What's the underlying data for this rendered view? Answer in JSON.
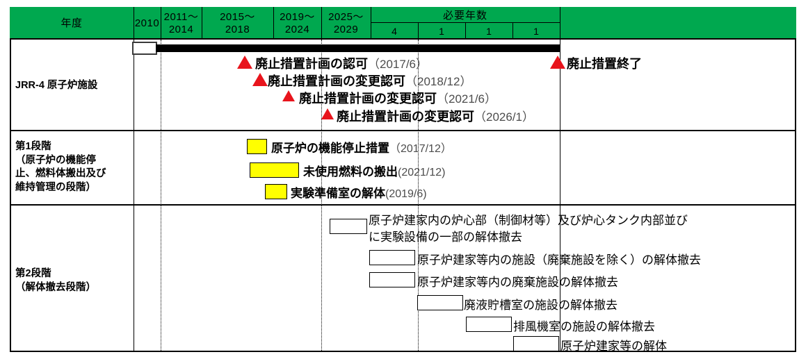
{
  "chart_data": {
    "type": "table",
    "title": "JRR-4 廃止措置工程表",
    "columns": [
      {
        "label": "年度",
        "kind": "row-header"
      },
      {
        "label": "2010",
        "kind": "period"
      },
      {
        "label": "2011〜\n2014",
        "kind": "period"
      },
      {
        "label": "2015〜\n2018",
        "kind": "period"
      },
      {
        "label": "2019〜\n2024",
        "kind": "period"
      },
      {
        "label": "2025〜\n2029",
        "kind": "period"
      }
    ],
    "group_header": "必要年数",
    "required_years": [
      "4",
      "1",
      "1",
      "1"
    ],
    "rows": [
      {
        "label": "JRR-4 原子炉施設",
        "items": [
          "廃止措置計画の認可（2017/6）",
          "廃止措置計画の変更認可（2018/12）",
          "廃止措置計画の変更認可（2021/6）",
          "廃止措置計画の変更認可（2026/1）",
          "廃止措置終了"
        ]
      },
      {
        "label": "第1段階\n（原子炉の機能停止、燃料体搬出及び維持管理の段階）",
        "items": [
          "原子炉の機能停止措置（2017/12）",
          "未使用燃料の搬出(2021/12)",
          "実験準備室の解体(2019/6)"
        ]
      },
      {
        "label": "第2段階\n（解体撤去段階）",
        "items": [
          "原子炉建家内の炉心部（制御材等）及び炉心タンク内部並びに実験設備の一部の解体撤去",
          "原子炉建家等内の施設（廃棄施設を除く）の解体撤去",
          "原子炉建家等内の廃棄施設の解体撤去",
          "廃液貯槽室の施設の解体撤去",
          "排風機室の施設の解体撤去",
          "原子炉建家等の解体"
        ]
      }
    ]
  },
  "colors": {
    "header_green": "#00a84f",
    "marker_red": "#e8141c",
    "bar_yellow": "#ffff00",
    "bar_black": "#000000",
    "grid_black": "#000000"
  },
  "header": {
    "year_label": "年度",
    "periods": [
      {
        "line1": "2010",
        "line2": ""
      },
      {
        "line1": "2011〜",
        "line2": "2014"
      },
      {
        "line1": "2015〜",
        "line2": "2018"
      },
      {
        "line1": "2019〜",
        "line2": "2024"
      },
      {
        "line1": "2025〜",
        "line2": "2029"
      }
    ],
    "required_years_label": "必要年数",
    "required_years": [
      "4",
      "1",
      "1",
      "1"
    ]
  },
  "row1": {
    "label": "JRR-4 原子炉施設",
    "milestones": [
      {
        "text": "廃止措置計画の認可",
        "date": "（2017/6）"
      },
      {
        "text": "廃止措置計画の変更認可",
        "date": "（2018/12）"
      },
      {
        "text": "廃止措置計画の変更認可",
        "date": "（2021/6）"
      },
      {
        "text": "廃止措置計画の変更認可",
        "date": "（2026/1）"
      },
      {
        "text": "廃止措置終了",
        "date": ""
      }
    ]
  },
  "row2": {
    "label": "第1段階\n（原子炉の機能停\n止、燃料体搬出及び\n維持管理の段階）",
    "tasks": [
      {
        "text": "原子炉の機能停止措置",
        "date": "（2017/12）"
      },
      {
        "text": "未使用燃料の搬出",
        "date": "(2021/12)"
      },
      {
        "text": "実験準備室の解体",
        "date": "(2019/6)"
      }
    ]
  },
  "row3": {
    "label": "第2段階\n（解体撤去段階）",
    "tasks": [
      {
        "line1": "原子炉建家内の炉心部（制御材等）及び炉心タンク内部並び",
        "line2": "に実験設備の一部の解体撤去"
      },
      {
        "line1": "原子炉建家等内の施設（廃棄施設を除く）の解体撤去",
        "line2": ""
      },
      {
        "line1": "原子炉建家等内の廃棄施設の解体撤去",
        "line2": ""
      },
      {
        "line1": "廃液貯槽室の施設の解体撤去",
        "line2": ""
      },
      {
        "line1": "排風機室の施設の解体撤去",
        "line2": ""
      },
      {
        "line1": "原子炉建家等の解体",
        "line2": ""
      }
    ]
  }
}
